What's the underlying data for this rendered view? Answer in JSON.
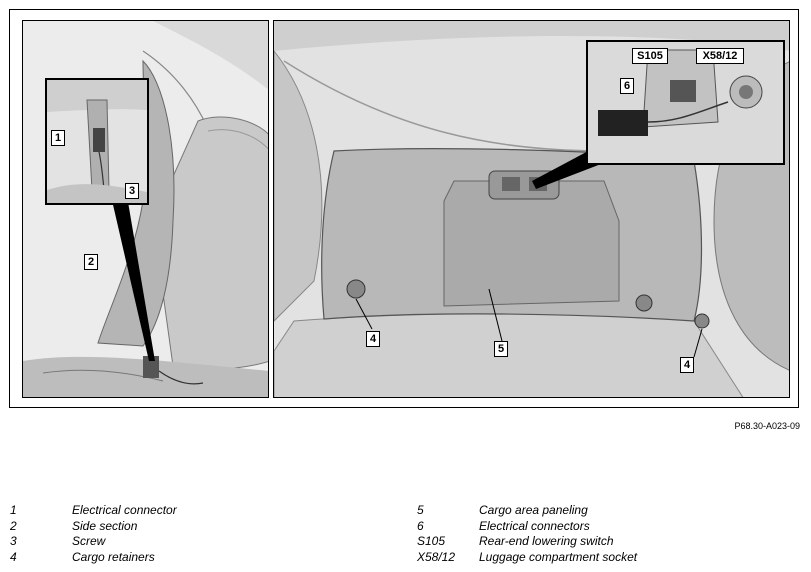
{
  "figure": {
    "reference_code": "P68.30-A023-09",
    "callouts": {
      "c1": "1",
      "c2": "2",
      "c3": "3",
      "c4a": "4",
      "c4b": "4",
      "c5": "5",
      "c6": "6",
      "s105": "S105",
      "x58": "X58/12"
    }
  },
  "legend": {
    "left": [
      {
        "key": "1",
        "label": "Electrical connector"
      },
      {
        "key": "2",
        "label": "Side section"
      },
      {
        "key": "3",
        "label": "Screw"
      },
      {
        "key": "4",
        "label": "Cargo retainers"
      }
    ],
    "right": [
      {
        "key": "5",
        "label": "Cargo area paneling"
      },
      {
        "key": "6",
        "label": "Electrical connectors"
      },
      {
        "key": "S105",
        "label": "Rear-end lowering switch"
      },
      {
        "key": "X58/12",
        "label": "Luggage compartment socket"
      }
    ]
  }
}
